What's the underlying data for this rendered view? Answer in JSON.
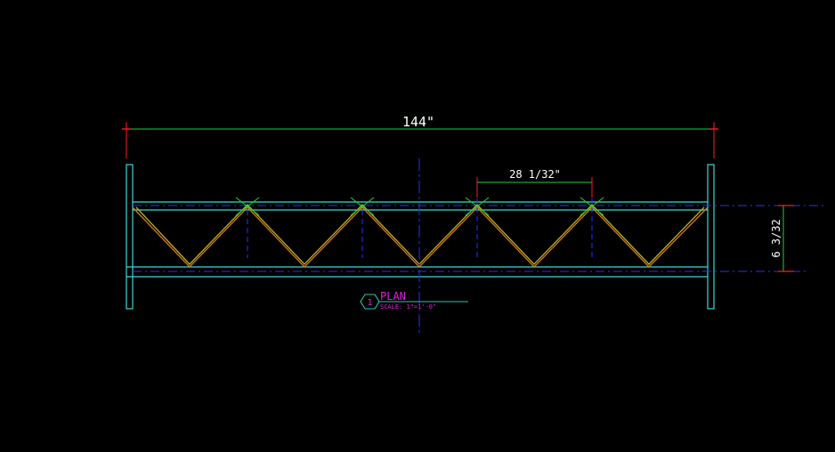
{
  "drawing": {
    "overall_dimension": "144\"",
    "panel_dimension": "28 1/32\"",
    "depth_dimension": "6 3/32",
    "view_marker": "1",
    "view_title": "PLAN",
    "view_scale": "SCALE: 1\"=1'-0\""
  },
  "colors": {
    "background": "#000000",
    "outline": "#3fd6d6",
    "web": "#d87a1e",
    "web_inner": "#c0b020",
    "dimension": "#1ed03a",
    "dim_tick": "#ff1e1e",
    "centerline": "#2b2bff",
    "title": "#e020e0",
    "title_line": "#28c8b0",
    "text": "#ffffff"
  }
}
